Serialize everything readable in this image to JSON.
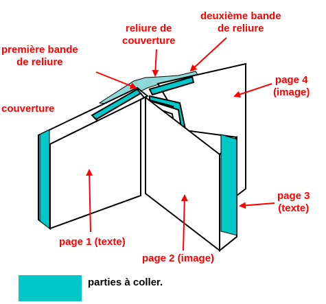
{
  "labels": {
    "reliure_couverture": [
      "reliure de",
      "couverture"
    ],
    "deuxieme_bande": [
      "deuxième bande",
      "de reliure"
    ],
    "premiere_bande": [
      "première bande",
      "de reliure"
    ],
    "couverture": "couverture",
    "page4": [
      "page 4",
      "(image)"
    ],
    "page3": [
      "page 3",
      "(texte)"
    ],
    "page1": "page 1 (texte)",
    "page2": "page 2 (image)"
  },
  "legend": {
    "text": "parties à coller."
  },
  "colors": {
    "glue": "#00c8c8",
    "label": "#ff0000",
    "line": "#000000"
  }
}
